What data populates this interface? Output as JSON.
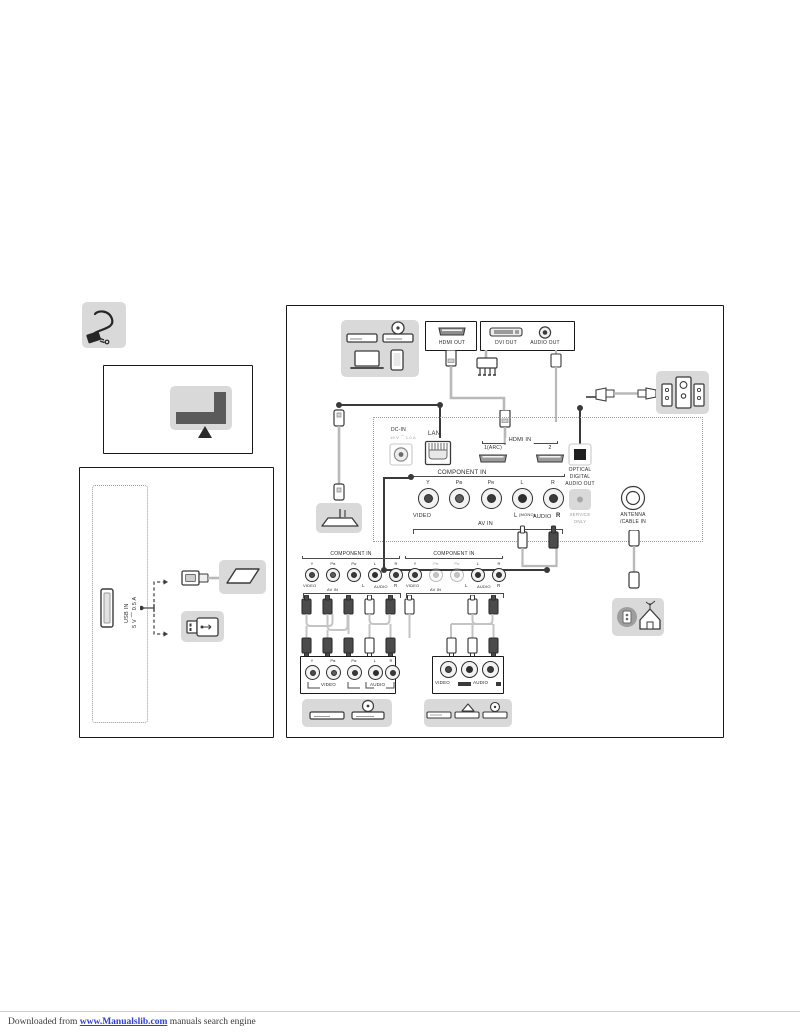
{
  "page": {
    "footer_prefix": "Downloaded from ",
    "footer_link": "www.Manualslib.com",
    "footer_suffix": " manuals search engine"
  },
  "left_panel": {
    "power_cable_icon": "power-cord-icon",
    "tv_back_diagram": {
      "caption": ""
    },
    "usb_section": {
      "port_label_line1": "USB IN",
      "port_label_line2": "5 V ⏜ 0.5 A",
      "devices": [
        {
          "name": "external-hard-drive",
          "label": ""
        },
        {
          "name": "usb-flash-drive",
          "label": ""
        }
      ]
    }
  },
  "main_panel": {
    "source_devices_box": {
      "icons": [
        "set-top-box-icon",
        "dvd-player-icon",
        "laptop-icon",
        "smartphone-icon"
      ]
    },
    "output_ports": {
      "hdmi_out": "HDMI OUT",
      "dvi_out": "DVI OUT",
      "audio_out": "AUDIO OUT"
    },
    "tv_rear_ports": {
      "dc_in": "DC-IN",
      "dc_in_sub": "19 V ⏜ 1.0 A",
      "lan": "LAN",
      "hdmi_in_group": "HDMI IN",
      "hdmi_in_1": "1(ARC)",
      "hdmi_in_2": "2",
      "component_in": "COMPONENT IN",
      "component_jacks": [
        "Y",
        "Pʙ",
        "Pʀ",
        "L",
        "R"
      ],
      "video_label": "VIDEO",
      "av_in_label": "AV IN",
      "audio_left": "L",
      "audio_mono": "(MONO)",
      "audio_label": "AUDIO",
      "audio_right": "R",
      "optical_out_line1": "OPTICAL",
      "optical_out_line2": "DIGITAL",
      "optical_out_line3": "AUDIO OUT",
      "service_only_line1": "SERVICE",
      "service_only_line2": "ONLY",
      "antenna_line1": "ANTENNA",
      "antenna_line2": "/CABLE IN"
    },
    "component_group_left": {
      "title": "COMPONENT IN",
      "jacks": [
        "Y",
        "Pʙ",
        "Pʀ",
        "L",
        "R"
      ],
      "video_label": "VIDEO",
      "av_in_label": "AV IN",
      "audio_left": "L",
      "audio_mono": "(MONO)",
      "audio_label": "AUDIO",
      "audio_right": "R"
    },
    "component_group_right": {
      "title": "COMPONENT IN",
      "jacks": [
        "Y",
        "Pʙ",
        "Pʀ",
        "L",
        "R"
      ],
      "video_label": "VIDEO",
      "av_in_label": "AV IN",
      "audio_left": "L",
      "audio_mono": "(MONO)",
      "audio_label": "AUDIO",
      "audio_right": "R"
    },
    "device_component_box": {
      "jacks": [
        "Y",
        "Pʙ",
        "Pʀ",
        "L",
        "R"
      ],
      "video_label": "VIDEO",
      "audio_label": "AUDIO"
    },
    "device_av_box": {
      "video_label": "VIDEO",
      "audio_label": "AUDIO"
    },
    "device_icon_boxes": [
      {
        "name": "dvd-and-player-icons",
        "icons": [
          "set-top-box-icon",
          "dvd-player-icon"
        ]
      },
      {
        "name": "av-device-icons",
        "icons": [
          "set-top-box-icon",
          "camcorder-icon",
          "game-console-icon"
        ]
      }
    ],
    "peripherals": {
      "router": "router-icon",
      "speakers": "speaker-system-icon",
      "wall_antenna": "antenna-wall-outlet-icon"
    }
  },
  "colors": {
    "ink": "#2b2b2b",
    "grey_box": "#d9d9d9",
    "link": "#2b3fd0"
  }
}
